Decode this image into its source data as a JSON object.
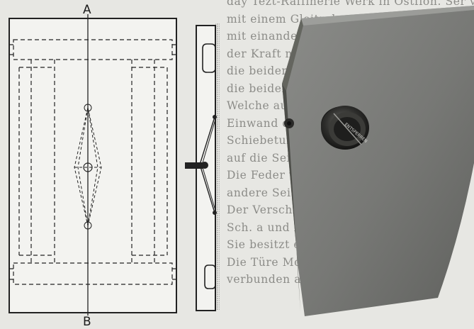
{
  "figure": {
    "label_top": "A",
    "label_bottom": "B"
  },
  "background_text": {
    "lines": [
      "day Tezt-Raffinerie Werk in Ostflon. Ser vestandet",
      "mit einem Gleitrahmen und geführt Umlen der",
      "mit einander Säule über die Zusammen- und",
      "der Kraft mit Ergebnis auf der",
      "die beiden Seiten der",
      "die beiden Seiten sind verbindet",
      "Welche aufgenommen werden",
      "Einwand der Fläche in die",
      "Schiebetur an der Seite vorhanden",
      "auf die Seite des Schloss",
      "Die Feder verbindet den",
      "andere Seite",
      "Der Verschluss wird gezogen",
      "Sch. a und b andere",
      "Sie besitzt eine",
      "Die Türe Montage",
      "verbunden als"
    ]
  },
  "lock_knob_text": "ENTSPERREN"
}
